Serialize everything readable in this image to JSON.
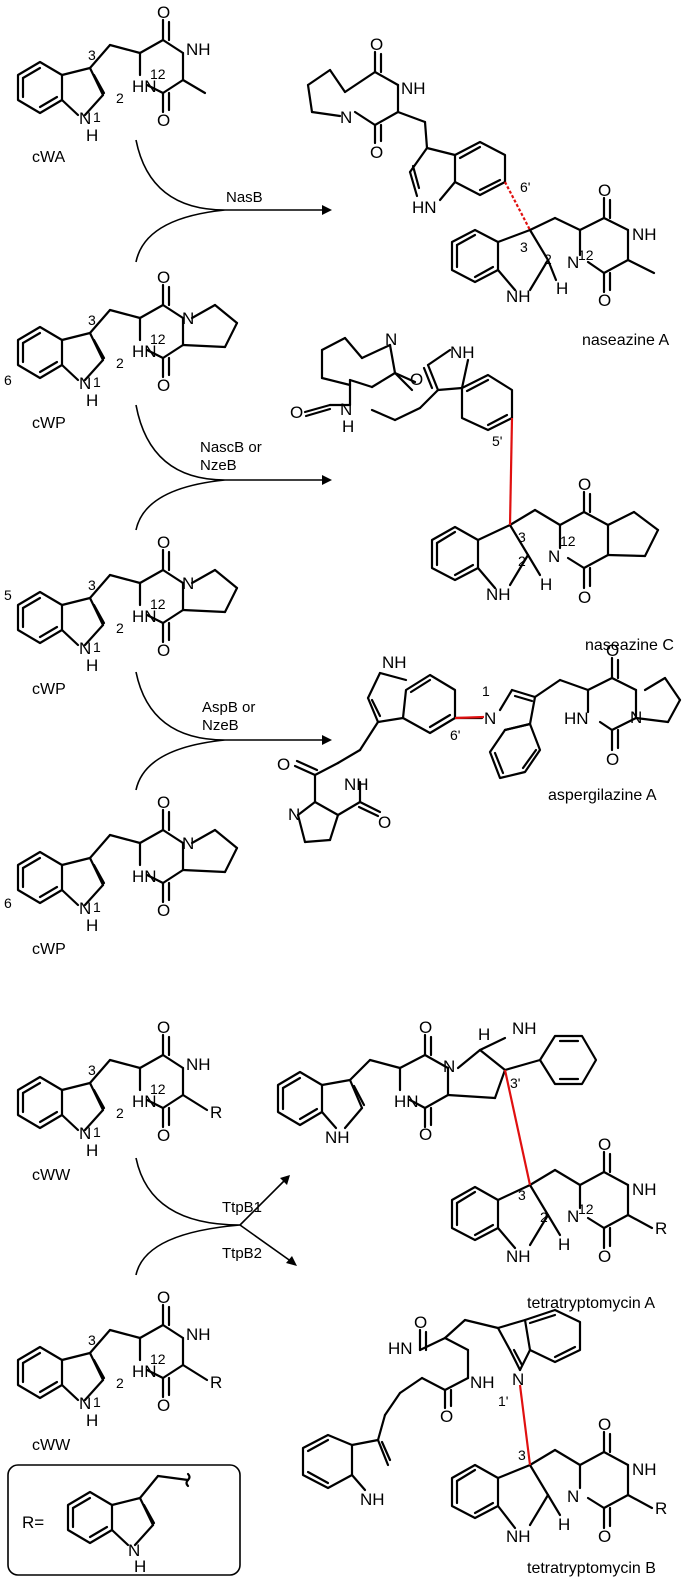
{
  "compound_labels": {
    "cWA": "cWA",
    "cWP_1": "cWP",
    "cWP_2": "cWP",
    "cWP_3": "cWP",
    "cWW_1": "cWW",
    "cWW_2": "cWW",
    "naseazineA": "naseazine A",
    "naseazineC": "naseazine C",
    "aspergilazineA": "aspergilazine A",
    "tetratryptomycinA": "tetratryptomycin A",
    "tetratryptomycinB": "tetratryptomycin B"
  },
  "enzymes": {
    "r1": "NasB",
    "r2a": "NascB or",
    "r2b": "NzeB",
    "r3a": "AspB or",
    "r3b": "NzeB",
    "r4a": "TtpB1",
    "r4b": "TtpB2"
  },
  "atoms": {
    "O": "O",
    "NH": "NH",
    "HN": "HN",
    "N": "N",
    "H": "H",
    "R": "R",
    "Req": "R="
  },
  "locants": {
    "n1": "1",
    "n2": "2",
    "n3": "3",
    "n5": "5",
    "n6": "6",
    "n12": "12",
    "p6": "6'",
    "p5": "5'",
    "p3": "3'",
    "p1": "1'"
  }
}
